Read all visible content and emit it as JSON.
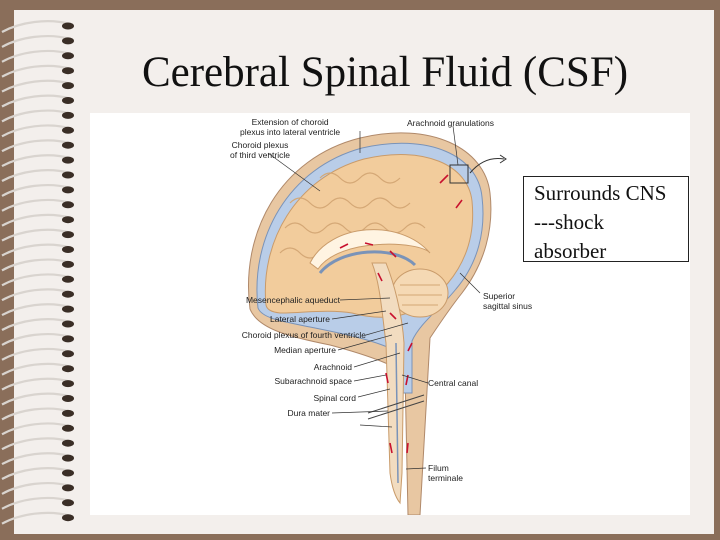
{
  "slide": {
    "title": "Cerebral Spinal Fluid (CSF)",
    "callout_lines": [
      "Surrounds CNS",
      "---shock",
      "absorber"
    ]
  },
  "figure": {
    "labels": {
      "extension_choroid": [
        "Extension of choroid",
        "plexus into lateral ventricle"
      ],
      "choroid_third": [
        "Choroid plexus",
        "of third ventricle"
      ],
      "arachnoid_granulations": "Arachnoid granulations",
      "mesencephalic_aqueduct": "Mesencephalic aqueduct",
      "lateral_aperture": "Lateral aperture",
      "choroid_fourth": "Choroid plexus of fourth ventricle",
      "median_aperture": "Median aperture",
      "arachnoid": "Arachnoid",
      "subarachnoid_space": "Subarachnoid space",
      "spinal_cord": "Spinal cord",
      "dura_mater": "Dura mater",
      "superior_sagittal_sinus": [
        "Superior",
        "sagittal sinus"
      ],
      "central_canal": "Central canal",
      "filum_terminale": [
        "Filum",
        "terminale"
      ]
    }
  },
  "colors": {
    "background": "#8a6e5a",
    "page": "#f3efec",
    "brain_tissue": "#f2cc9c",
    "csf_space": "#b9cde8",
    "dura": "#c49a6c",
    "choroid_plexus": "#c8102e"
  }
}
